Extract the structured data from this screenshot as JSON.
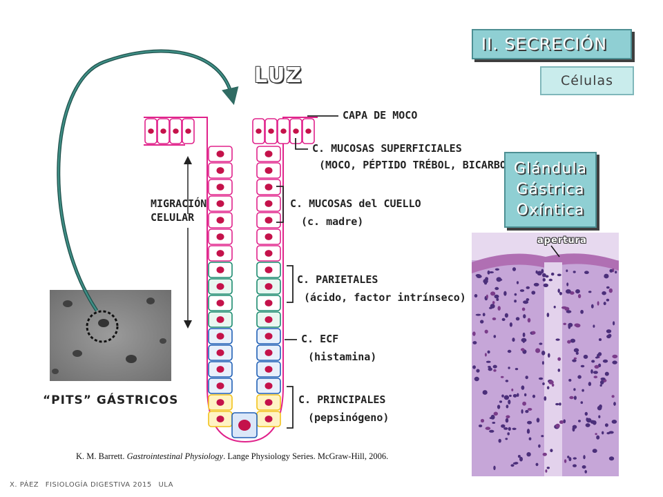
{
  "header": {
    "section_title": "II. SECRECIÓN",
    "subtitle": "Células"
  },
  "diagram": {
    "lumen_label": "LUZ",
    "migration_label": [
      "MIGRACIÓN",
      "CELULAR"
    ],
    "annotations": {
      "mucus_layer": "CAPA DE MOCO",
      "surface_mucous": [
        "C. MUCOSAS SUPERFICIALES",
        "(MOCO, PÉPTIDO TRÉBOL, BICARBONATO)"
      ],
      "neck_mucous": [
        "C. MUCOSAS del CUELLO",
        "(c. madre)"
      ],
      "parietal": [
        "C. PARIETALES",
        "(ácido, factor intrínseco)"
      ],
      "ecf": [
        "C. ECF",
        "(histamina)"
      ],
      "chief": [
        "C. PRINCIPALES",
        "(pepsinógeno)"
      ]
    }
  },
  "micrograph": {
    "caption": "“PITS” GÁSTRICOS"
  },
  "gland": {
    "lines": [
      "Glándula",
      "Gástrica",
      "Oxíntica"
    ],
    "apertura_label": "apertura"
  },
  "citation": {
    "author": "K. M. Barrett. ",
    "title": "Gastrointestinal Physiology",
    "rest": ". Lange Physiology Series. McGraw-Hill, 2006."
  },
  "footer": {
    "author": "X. PÁEZ",
    "course": "FISIOLOGÍA DIGESTIVA 2015",
    "institution": "ULA"
  },
  "colors": {
    "box_fill": "#8fcfd3",
    "cell_outline": "#e0218a",
    "nucleus": "#c4124a",
    "parietal": "#1a8a6e",
    "ecf": "#1f5fb5",
    "chief": "#f2c21b"
  }
}
